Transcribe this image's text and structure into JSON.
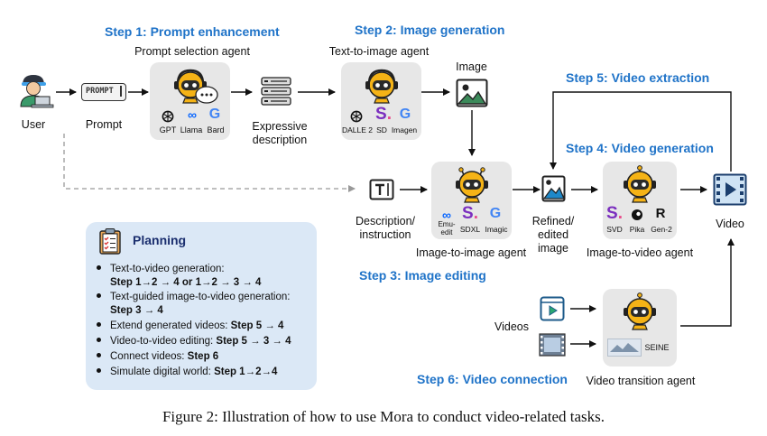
{
  "steps": {
    "s1": "Step 1: Prompt enhancement",
    "s2": "Step 2: Image generation",
    "s3": "Step 3: Image editing",
    "s4": "Step 4: Video generation",
    "s5": "Step 5: Video extraction",
    "s6": "Step 6: Video connection"
  },
  "agents": {
    "prompt_selection": "Prompt selection agent",
    "text_to_image": "Text-to-image agent",
    "image_to_image": "Image-to-image agent",
    "image_to_video": "Image-to-video agent",
    "video_transition": "Video transition agent"
  },
  "nodes": {
    "user": "User",
    "prompt": "Prompt",
    "prompt_box": "PROMPT",
    "expressive_1": "Expressive",
    "expressive_2": "description",
    "image": "Image",
    "description_1": "Description/",
    "description_2": "instruction",
    "refined_1": "Refined/",
    "refined_2": "edited",
    "refined_3": "image",
    "video": "Video",
    "videos": "Videos"
  },
  "models": {
    "gpt": "GPT",
    "llama": "Llama",
    "bard": "Bard",
    "dalle": "DALLE 2",
    "sd": "SD",
    "imagen": "Imagen",
    "emu_1": "Emu-",
    "emu_2": "edit",
    "sdxl": "SDXL",
    "imagic": "Imagic",
    "svd": "SVD",
    "pika": "Pika",
    "gen2": "Gen-2",
    "seine": "SEINE"
  },
  "planning": {
    "title": "Planning",
    "items": [
      {
        "text": "Text-to-video generation:",
        "sub": "Step 1→2 → 4  or 1→2 → 3 → 4"
      },
      {
        "text": "Text-guided image-to-video generation:",
        "sub": "Step 3 → 4"
      },
      {
        "text": "Extend generated videos: ",
        "bold": "Step 5 → 4"
      },
      {
        "text": "Video-to-video editing: ",
        "bold": "Step 5 → 3 → 4"
      },
      {
        "text": "Connect videos: ",
        "bold": "Step 6"
      },
      {
        "text": "Simulate digital world: ",
        "bold": "Step 1→2→4"
      }
    ]
  },
  "caption": "Figure 2: Illustration of how to use Mora to conduct video-related tasks.",
  "colors": {
    "step_blue": "#1f73c8",
    "card_gray": "#e7e7e7",
    "planning_bg": "#dbe8f6",
    "robot_yellow": "#f5b316",
    "sd_purple": "#7b2fbf",
    "google_blue": "#4285f4",
    "google_red": "#ea4335",
    "meta_blue": "#0866ff"
  },
  "icons": [
    "user-at-laptop-icon",
    "prompt-box-icon",
    "document-lines-icon",
    "image-icon",
    "text-cursor-icon",
    "refined-image-icon",
    "video-file-icon",
    "film-strip-icon",
    "robot-agent-icon",
    "openai-logo-icon",
    "meta-logo-icon",
    "google-logo-icon",
    "clipboard-icon"
  ]
}
